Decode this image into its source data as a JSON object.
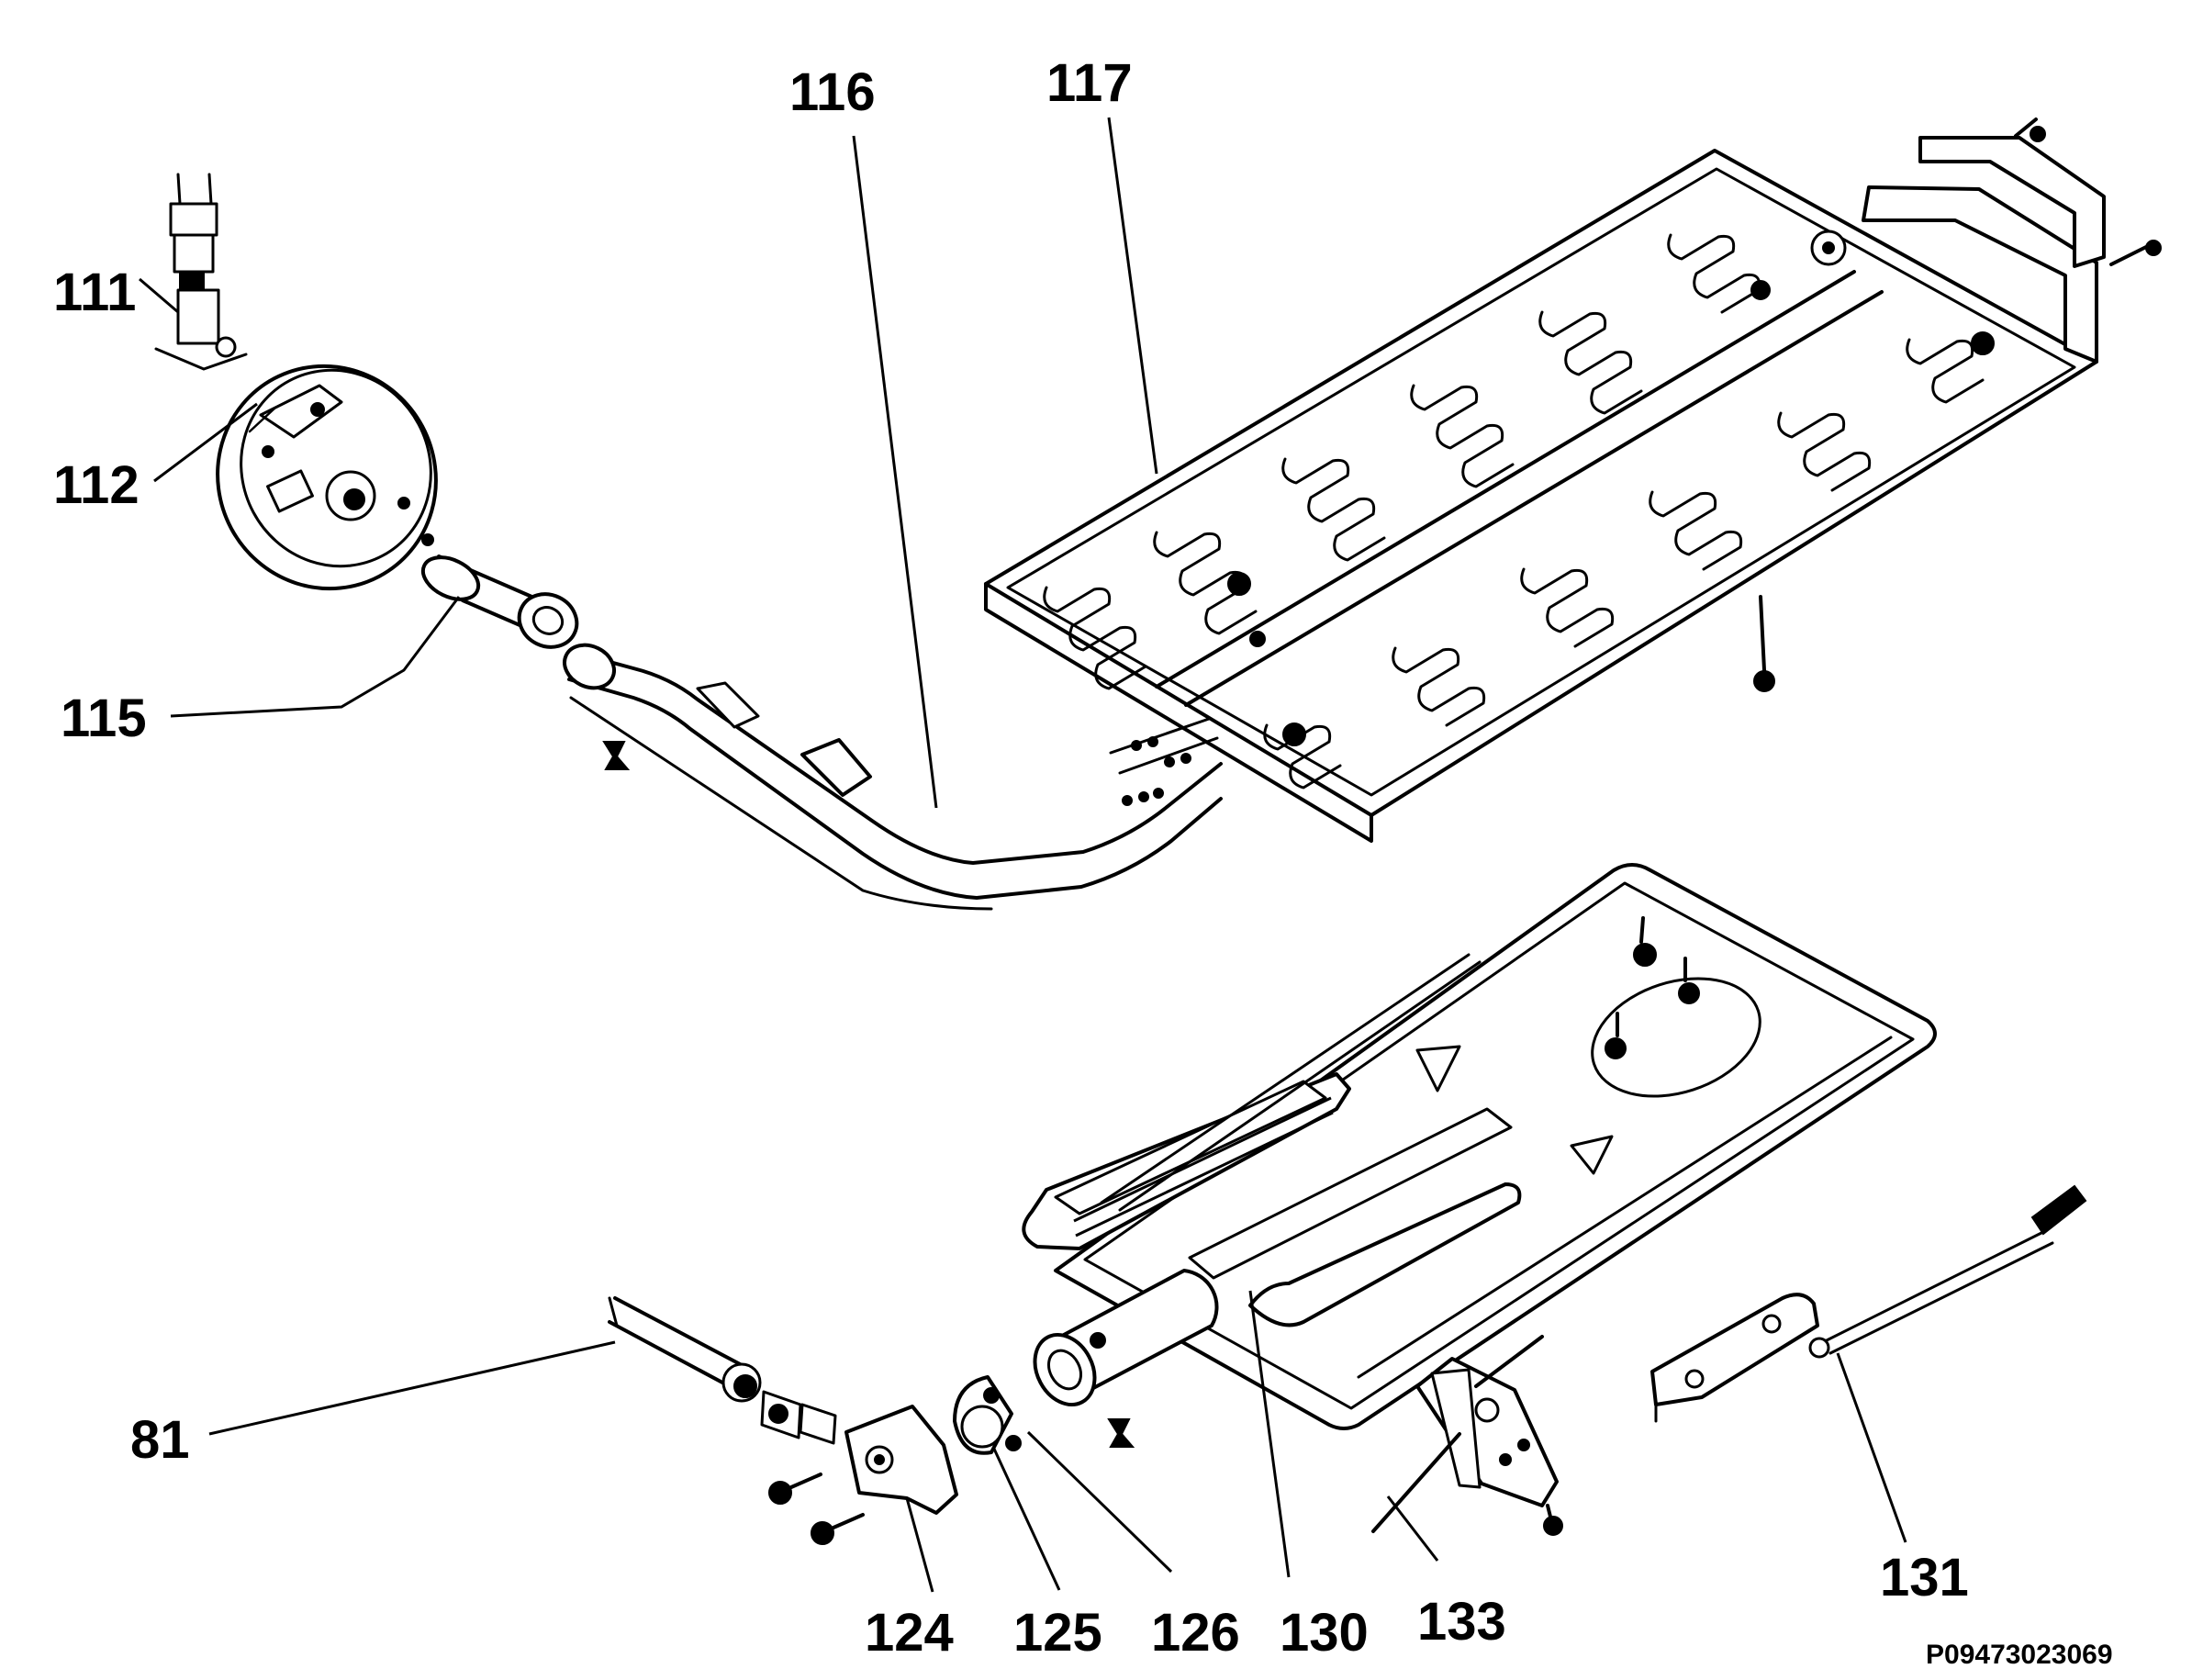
{
  "diagram": {
    "callouts": [
      {
        "id": "111",
        "text": "111"
      },
      {
        "id": "112",
        "text": "112"
      },
      {
        "id": "115",
        "text": "115"
      },
      {
        "id": "116",
        "text": "116"
      },
      {
        "id": "117",
        "text": "117"
      },
      {
        "id": "81",
        "text": "81"
      },
      {
        "id": "124",
        "text": "124"
      },
      {
        "id": "125",
        "text": "125"
      },
      {
        "id": "126",
        "text": "126"
      },
      {
        "id": "130",
        "text": "130"
      },
      {
        "id": "133",
        "text": "133"
      },
      {
        "id": "131",
        "text": "131"
      }
    ],
    "drawing_number": "P09473023069"
  }
}
